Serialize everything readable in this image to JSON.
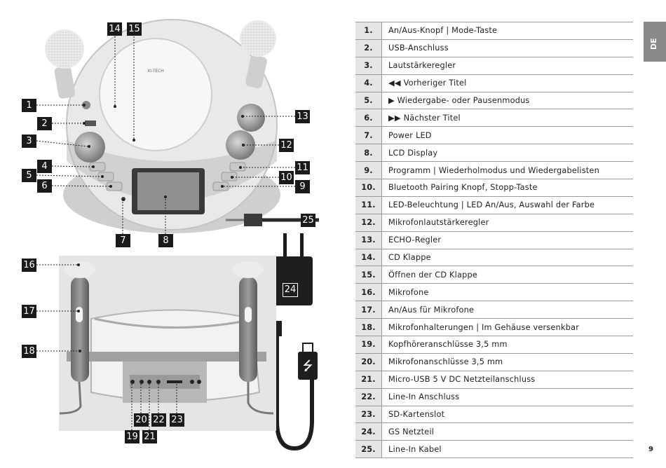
{
  "language_tab": "DE",
  "page_number": "9",
  "product_brand": "XI-TECH",
  "callouts": [
    "1",
    "2",
    "3",
    "4",
    "5",
    "6",
    "7",
    "8",
    "9",
    "10",
    "11",
    "12",
    "13",
    "14",
    "15",
    "16",
    "17",
    "18",
    "19",
    "20",
    "21",
    "22",
    "23",
    "24",
    "25"
  ],
  "legend": [
    {
      "num": "1.",
      "text": "An/Aus-Knopf | Mode-Taste"
    },
    {
      "num": "2.",
      "text": "USB-Anschluss"
    },
    {
      "num": "3.",
      "text": "Lautstärkeregler"
    },
    {
      "num": "4.",
      "text": "◀◀ Vorheriger Titel"
    },
    {
      "num": "5.",
      "text": "▶ Wiedergabe- oder Pausenmodus"
    },
    {
      "num": "6.",
      "text": "▶▶ Nächster Titel"
    },
    {
      "num": "7.",
      "text": "Power LED"
    },
    {
      "num": "8.",
      "text": "LCD Display"
    },
    {
      "num": "9.",
      "text": "Programm | Wiederholmodus und Wiedergabelisten"
    },
    {
      "num": "10.",
      "text": "Bluetooth Pairing Knopf, Stopp-Taste"
    },
    {
      "num": "11.",
      "text": "LED-Beleuchtung | LED An/Aus, Auswahl der Farbe"
    },
    {
      "num": "12.",
      "text": "Mikrofonlautstärkeregler"
    },
    {
      "num": "13.",
      "text": "ECHO-Regler"
    },
    {
      "num": "14.",
      "text": "CD Klappe"
    },
    {
      "num": "15.",
      "text": "Öffnen der CD Klappe"
    },
    {
      "num": "16.",
      "text": "Mikrofone"
    },
    {
      "num": "17.",
      "text": "An/Aus für Mikrofone"
    },
    {
      "num": "18.",
      "text": "Mikrofonhalterungen | Im Gehäuse versenkbar"
    },
    {
      "num": "19.",
      "text": "Kopfhöreranschlüsse 3,5 mm"
    },
    {
      "num": "20.",
      "text": "Mikrofonanschlüsse 3,5 mm"
    },
    {
      "num": "21.",
      "text": "Micro-USB 5 V DC Netzteilanschluss"
    },
    {
      "num": "22.",
      "text": "Line-In Anschluss"
    },
    {
      "num": "23.",
      "text": "SD-Kartenslot"
    },
    {
      "num": "24.",
      "text": "GS Netzteil"
    },
    {
      "num": "25.",
      "text": "Line-In Kabel"
    }
  ]
}
